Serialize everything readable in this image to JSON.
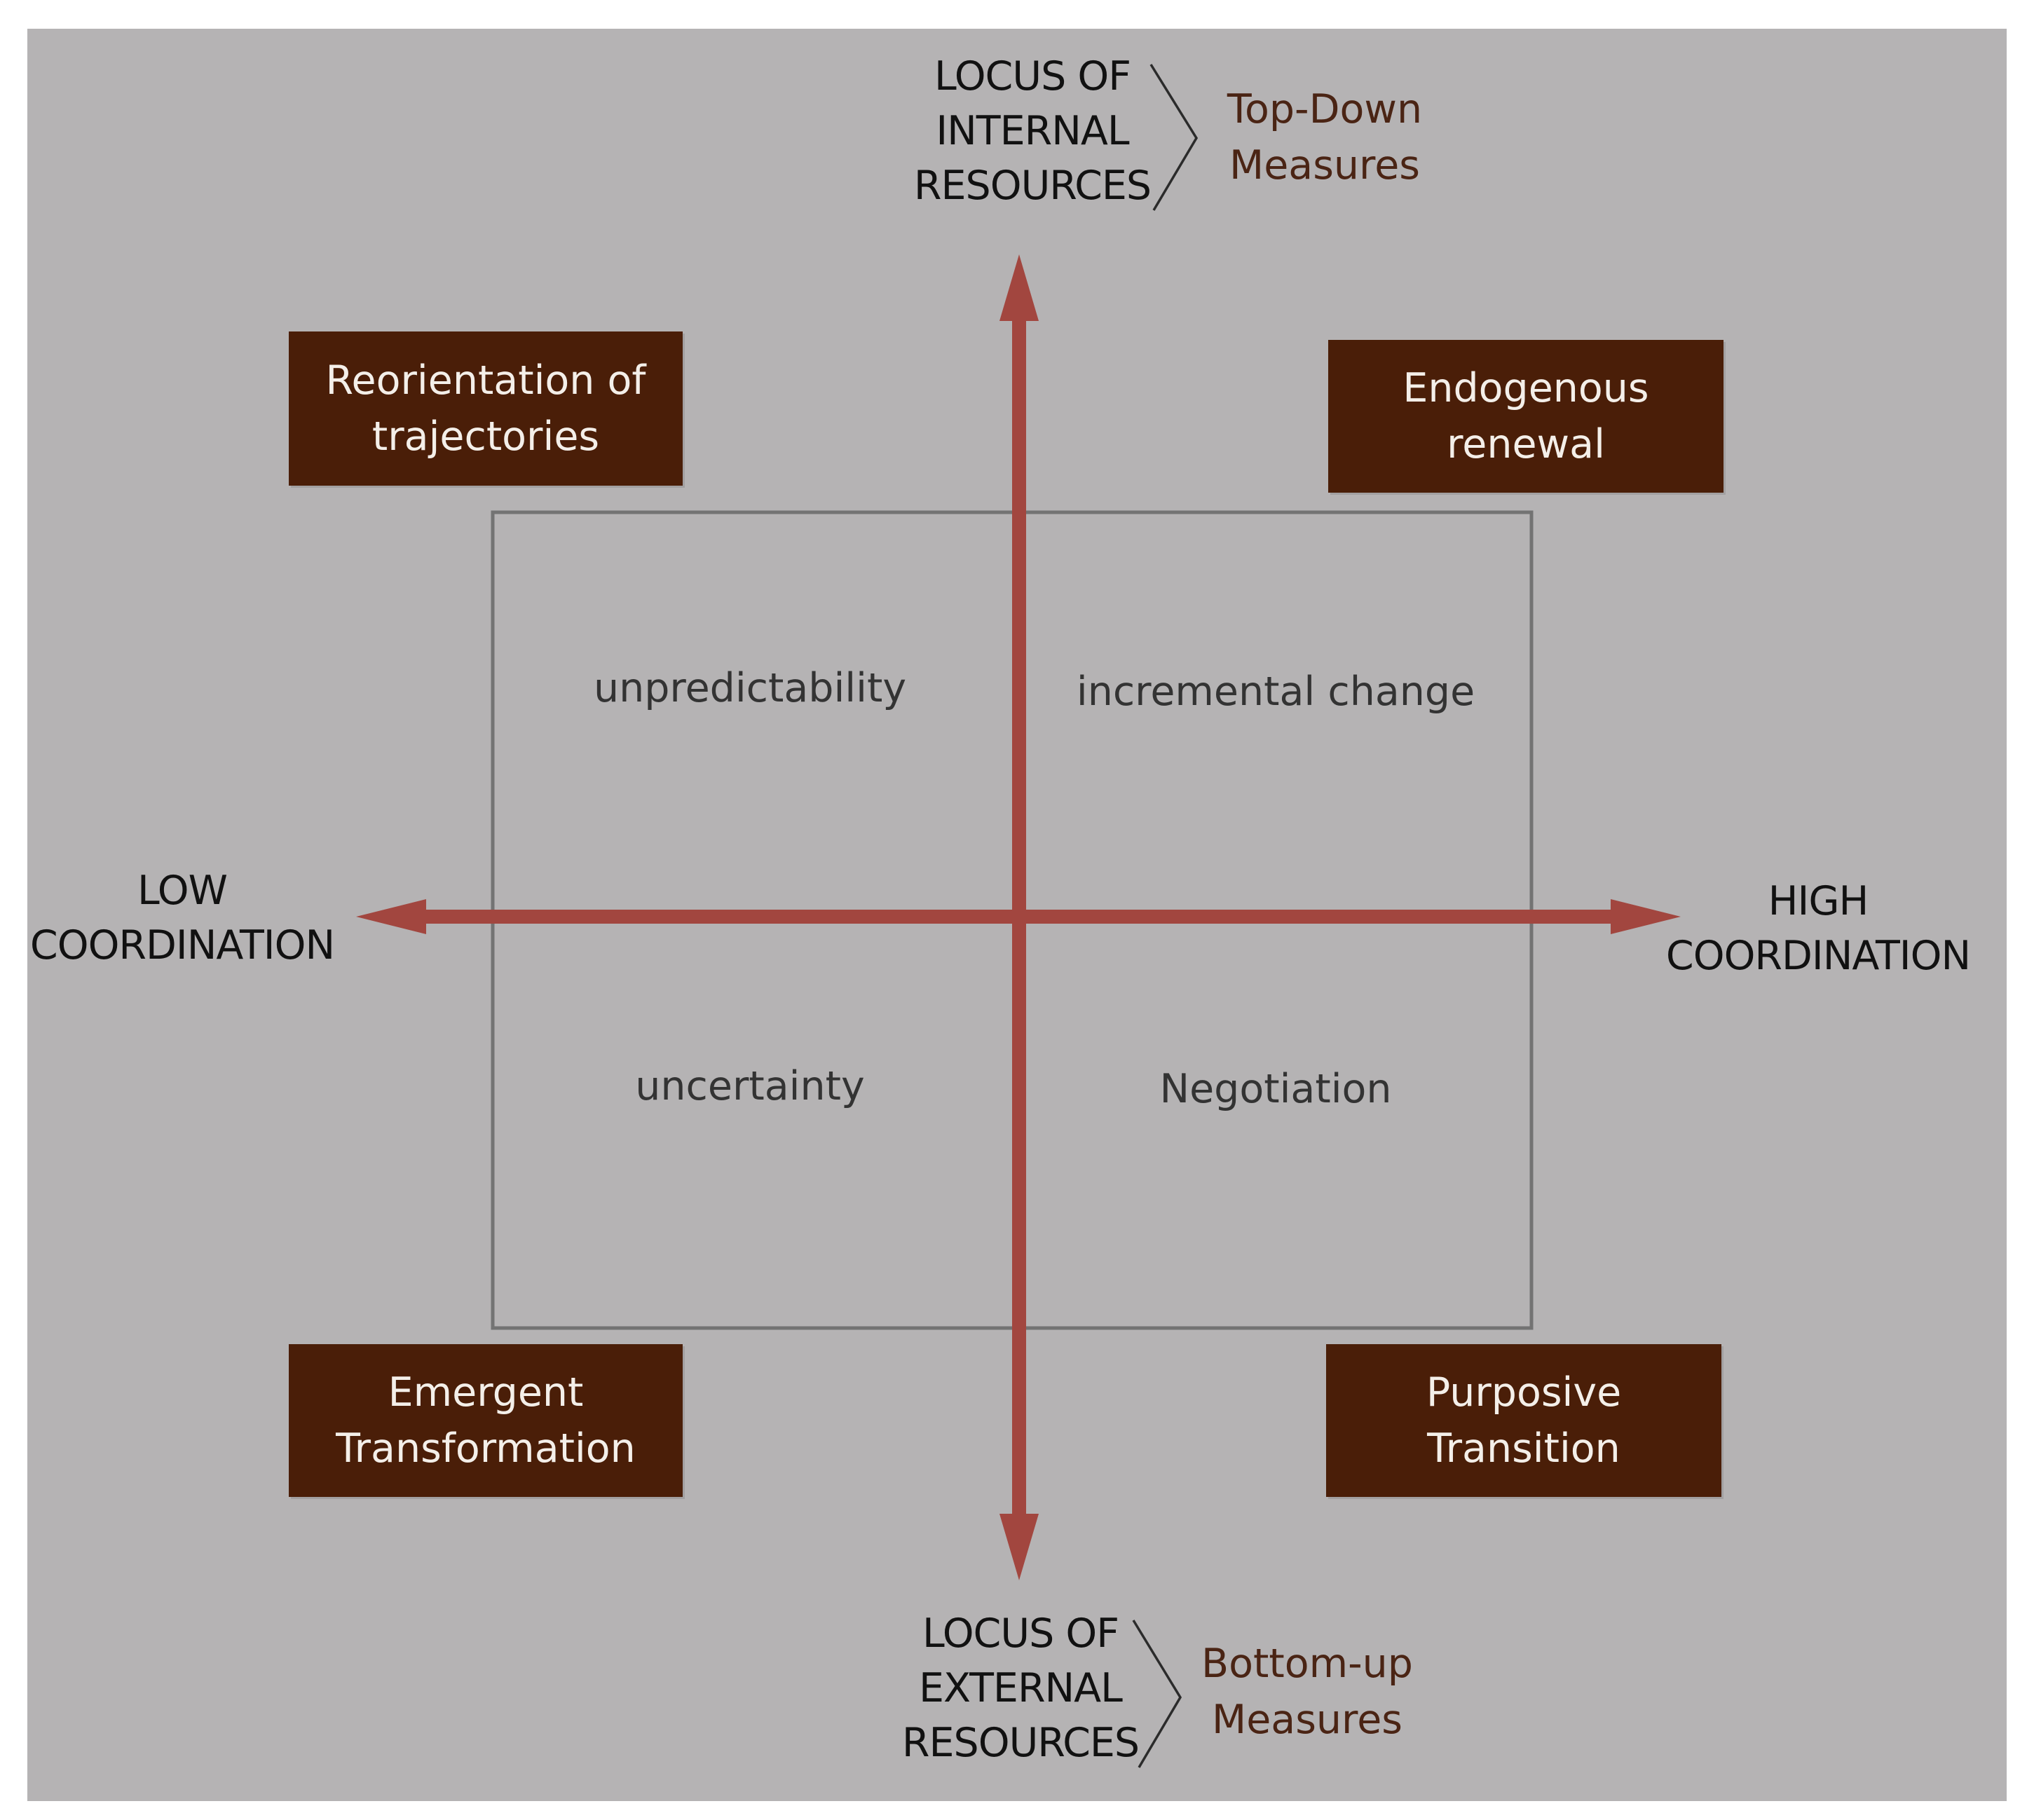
{
  "axes": {
    "vertical_top": "LOCUS OF\nINTERNAL\nRESOURCES",
    "vertical_bottom": "LOCUS OF\nEXTERNAL\nRESOURCES",
    "horizontal_left": "LOW\nCOORDINATION",
    "horizontal_right": "HIGH\nCOORDINATION"
  },
  "measures": {
    "top": "Top-Down\nMeasures",
    "bottom": "Bottom-up\nMeasures"
  },
  "outcomes": {
    "top_left": "Reorientation of\ntrajectories",
    "top_right": "Endogenous\nrenewal",
    "bottom_left": "Emergent\nTransformation",
    "bottom_right": "Purposive\nTransition"
  },
  "quadrants": {
    "top_left": "unpredictability",
    "top_right": "incremental change",
    "bottom_left": "uncertainty",
    "bottom_right": "Negotiation"
  },
  "colors": {
    "background": "#b5b3b4",
    "arrow": "#a2463f",
    "box_fill": "#4a1e08",
    "box_text": "#f4efe9",
    "measure_text": "#4a2414",
    "frame_line": "#737373"
  }
}
